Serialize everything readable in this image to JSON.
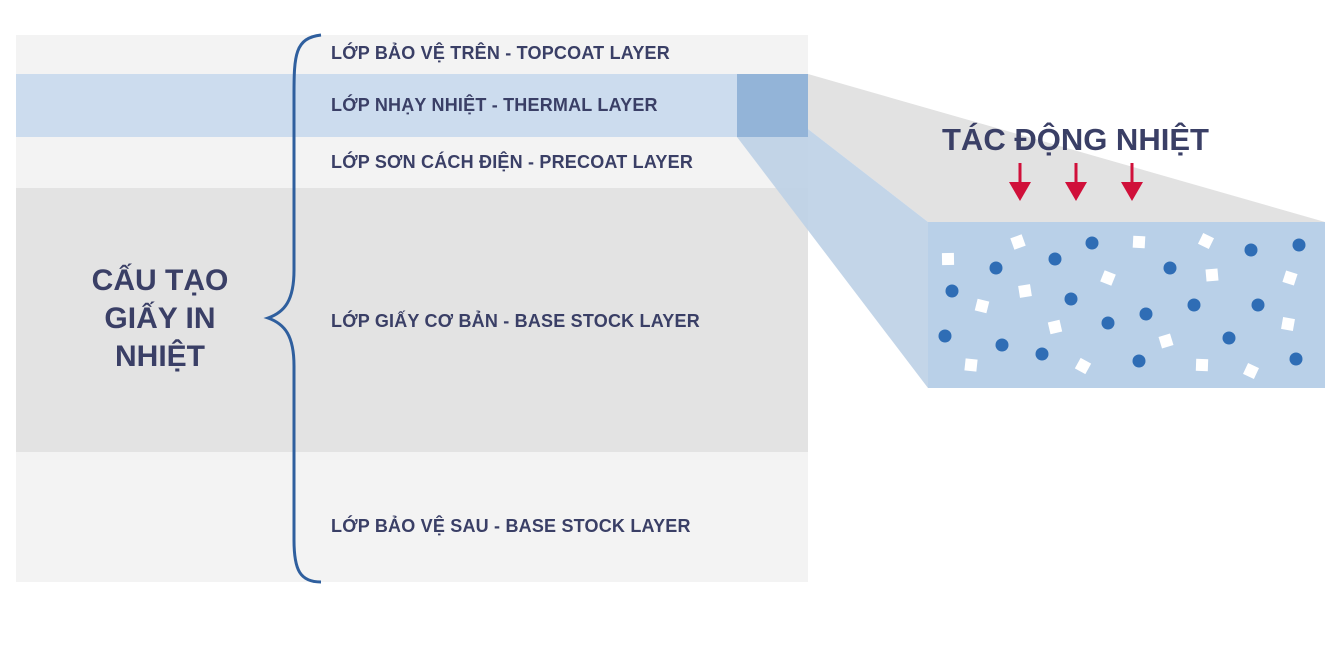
{
  "diagram": {
    "title_lines": [
      "CẤU TẠO",
      "GIẤY IN",
      "NHIỆT"
    ],
    "heat_label": "TÁC ĐỘNG NHIỆT",
    "layers": [
      {
        "label": "LỚP BẢO VỆ TRÊN - TOPCOAT LAYER",
        "color": "#f3f3f3"
      },
      {
        "label": "LỚP NHẠY NHIỆT - THERMAL LAYER",
        "color": "#ccdcee"
      },
      {
        "label": "LỚP SƠN CÁCH ĐIỆN - PRECOAT LAYER",
        "color": "#f3f3f3"
      },
      {
        "label": "LỚP GIẤY CƠ BẢN - BASE STOCK LAYER",
        "color": "#e3e3e3"
      },
      {
        "label": "LỚP BẢO VỆ SAU - BASE STOCK LAYER",
        "color": "#f3f3f3"
      }
    ],
    "colors": {
      "text": "#3a3f66",
      "brace": "#2f5f9e",
      "arrow": "#d0103a",
      "dot": "#2f6db5",
      "block": "#b9d0e8"
    }
  }
}
